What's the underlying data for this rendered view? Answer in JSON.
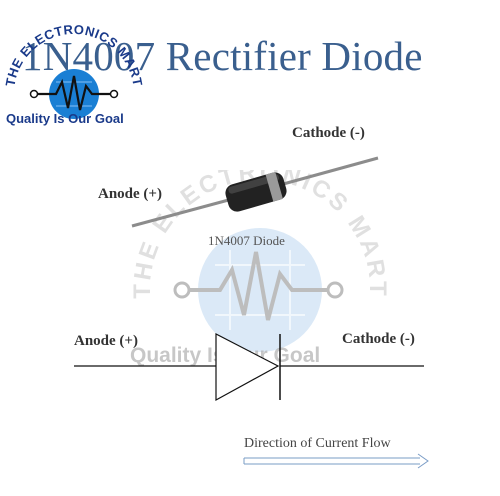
{
  "title": "1N4007 Rectifier Diode",
  "logo": {
    "brand": "THE ELECTRONICS MART",
    "tagline": "Quality Is Our Goal"
  },
  "component": {
    "caption": "1N4007 Diode",
    "anode_label": "Anode (+)",
    "cathode_label": "Cathode (-)"
  },
  "symbol": {
    "anode_label": "Anode (+)",
    "cathode_label": "Cathode (-)"
  },
  "flow": {
    "label": "Direction of Current Flow"
  },
  "watermark": {
    "brand": "THE ELECTRONICS MART",
    "tagline": "Quality Is Our Goal"
  },
  "colors": {
    "title": "#3a5f8e",
    "logo_circle": "#1a7fd4",
    "logo_text": "#1a3a8a",
    "diode_body": "#222222",
    "diode_band": "#9a9a9a",
    "watermark": "#9fc6e8"
  }
}
